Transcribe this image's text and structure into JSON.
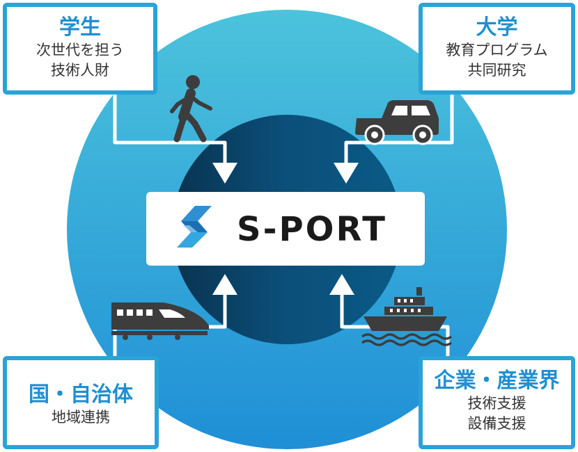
{
  "colors": {
    "outer_circle_top": "#4cc3dc",
    "outer_circle_bottom": "#1f8fd6",
    "inner_circle": "#0b4f7a",
    "box_border": "#2aa3d6",
    "title_text": "#1f8fd1",
    "connector": "#ffffff",
    "icon": "#3d3d3d"
  },
  "logo": {
    "brand": "S-PORT",
    "icon": "s-port-logo-icon"
  },
  "stakeholders": {
    "student": {
      "title": "学生",
      "lines": [
        "次世代を担う",
        "技術人財"
      ],
      "icon": "walking-person-icon"
    },
    "university": {
      "title": "大学",
      "lines": [
        "教育プログラム",
        "共同研究"
      ],
      "icon": "car-icon"
    },
    "government": {
      "title": "国・自治体",
      "lines": [
        "地域連携"
      ],
      "icon": "bullet-train-icon"
    },
    "industry": {
      "title": "企業・産業界",
      "lines": [
        "技術支援",
        "設備支援"
      ],
      "icon": "ship-icon"
    }
  }
}
